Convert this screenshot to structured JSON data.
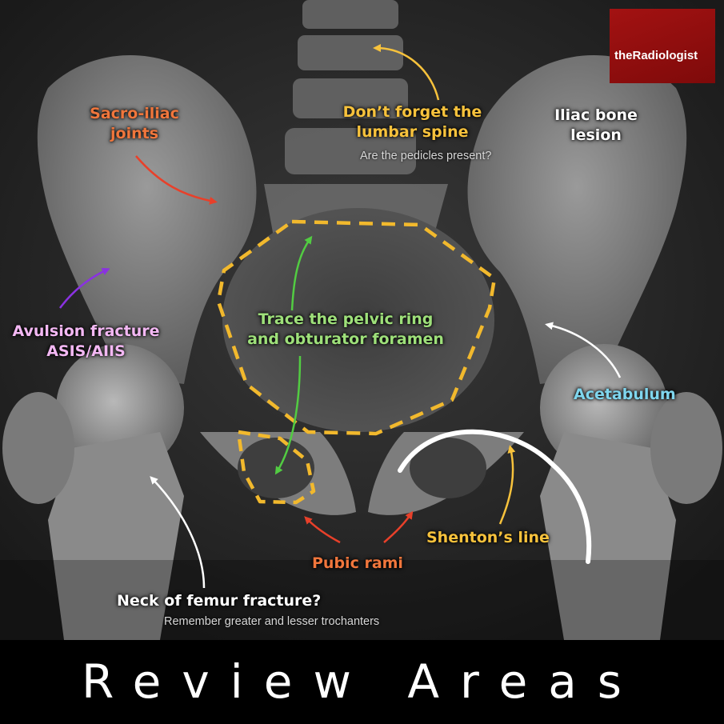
{
  "brand": {
    "logo_text": "theRadiologist",
    "logo_color": "#9a1010"
  },
  "title": "Review Areas",
  "labels": {
    "sacroiliac": "Sacro-iliac\njoints",
    "lumbar": "Don’t forget the\nlumbar spine",
    "lumbar_sub": "Are the pedicles present?",
    "iliac": "Iliac bone\nlesion",
    "pelvic_ring": "Trace the pelvic ring\nand obturator foramen",
    "avulsion": "Avulsion fracture\nASIS/AIIS",
    "acetabulum": "Acetabulum",
    "shenton": "Shenton’s line",
    "pubic": "Pubic rami",
    "femur": "Neck of femur fracture?",
    "femur_sub": "Remember greater and lesser trochanters"
  },
  "colors": {
    "orange": "#f0763c",
    "yellow": "#f7c23c",
    "white": "#ffffff",
    "green": "#9ee07a",
    "arrow_green": "#52cc42",
    "pink": "#f3b8f3",
    "purple": "#8a32e0",
    "cyan": "#7fd6ee",
    "red": "#e8402a",
    "dash": "#f2b92d"
  }
}
